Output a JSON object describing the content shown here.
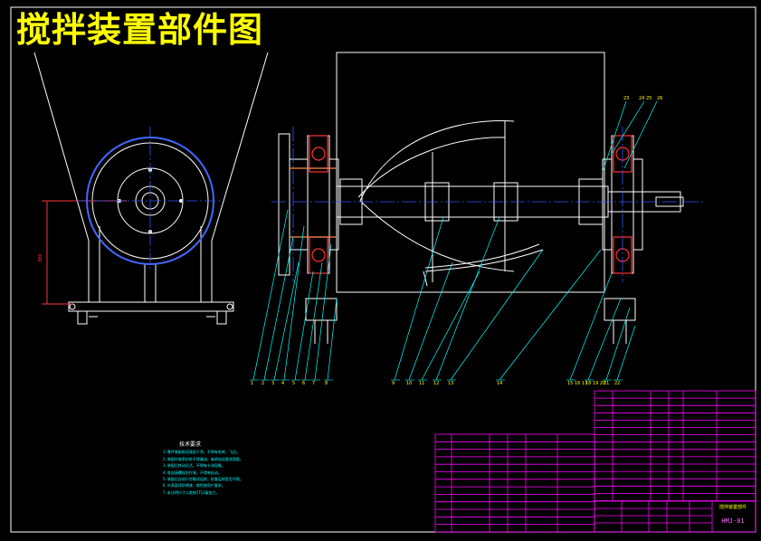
{
  "title": "搅拌装置部件图",
  "drawing_code": "HMJ-01",
  "drawing_name": "搅拌装置部件",
  "notes": {
    "heading": "技术要求",
    "items": [
      "1.零件装配前须清洗干净，不得有毛刺、飞边。",
      "2.装配时各密封处不得漏油，轴承加适量润滑脂。",
      "3.装配后转动灵活，不得有卡滞现象。",
      "4.各连接螺栓应拧紧，不得有松动。",
      "5.装配后应进行空载试运转，检查运转是否平稳。",
      "6.外表面涂防锈漆，颜色按用户要求。",
      "7.未注明尺寸公差按IT12级加工。"
    ]
  },
  "balloon_labels_bottom": [
    "1",
    "2",
    "3",
    "4",
    "5",
    "6",
    "7",
    "8",
    "9",
    "10",
    "11",
    "12",
    "13",
    "14",
    "15 16 17",
    "18 19 20",
    "21",
    "22"
  ],
  "balloon_labels_top": [
    "23",
    "24 25",
    "26"
  ],
  "dimension_text": "380",
  "colors": {
    "outline": "#ffffff",
    "title": "#ffff00",
    "table": "#ff00ff",
    "leader": "#00ffff",
    "bearing": "#ff3333",
    "centerline": "#3355ff"
  }
}
